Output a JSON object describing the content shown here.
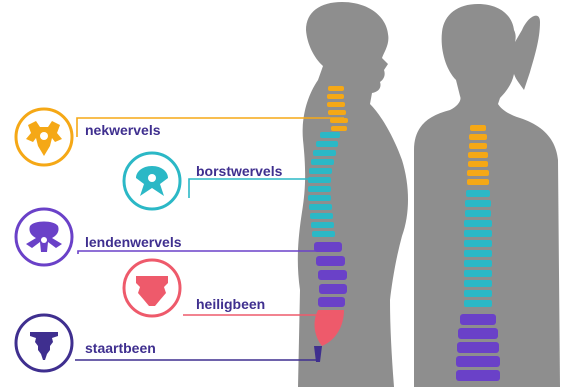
{
  "regions": [
    {
      "key": "cervical",
      "label": "nekwervels",
      "color": "#F5A816",
      "icon": "cervical-vertebra-icon"
    },
    {
      "key": "thoracic",
      "label": "borstwervels",
      "color": "#2BB8C6",
      "icon": "thoracic-vertebra-icon"
    },
    {
      "key": "lumbar",
      "label": "lendenwervels",
      "color": "#6A41C8",
      "icon": "lumbar-vertebra-icon"
    },
    {
      "key": "sacrum",
      "label": "heiligbeen",
      "color": "#EE5A6B",
      "icon": "sacrum-icon"
    },
    {
      "key": "coccyx",
      "label": "staartbeen",
      "color": "#3F2F8F",
      "icon": "coccyx-icon"
    }
  ],
  "colors": {
    "silhouette": "#8E8E8E",
    "text": "#3F2F8F"
  }
}
